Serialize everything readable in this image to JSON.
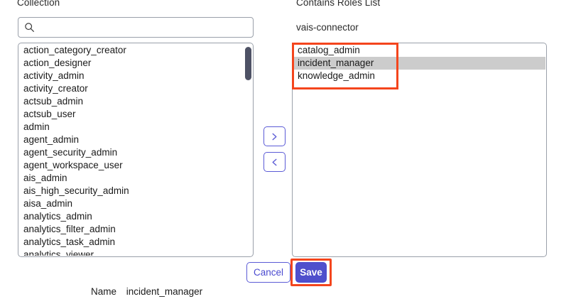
{
  "panels": {
    "left": {
      "header": "Collection",
      "search": {
        "value": "",
        "placeholder": "",
        "icon": "search-icon"
      },
      "items": [
        "action_category_creator",
        "action_designer",
        "activity_admin",
        "activity_creator",
        "actsub_admin",
        "actsub_user",
        "admin",
        "agent_admin",
        "agent_security_admin",
        "agent_workspace_user",
        "ais_admin",
        "ais_high_security_admin",
        "aisa_admin",
        "analytics_admin",
        "analytics_filter_admin",
        "analytics_task_admin",
        "analytics_viewer"
      ],
      "scrollbar": {
        "visible": true,
        "position": "top"
      }
    },
    "right": {
      "header": "Contains Roles List",
      "subtitle": "vais-connector",
      "items": [
        {
          "label": "catalog_admin",
          "selected": false
        },
        {
          "label": "incident_manager",
          "selected": true
        },
        {
          "label": "knowledge_admin",
          "selected": false
        }
      ]
    }
  },
  "transfer": {
    "add_label": "›",
    "remove_label": "‹",
    "add_icon": "chevron-right-icon",
    "remove_icon": "chevron-left-icon"
  },
  "footer": {
    "cancel_label": "Cancel",
    "save_label": "Save"
  },
  "detail": {
    "name_label": "Name",
    "name_value": "incident_manager"
  },
  "colors": {
    "accent": "#4f4fcc",
    "accent_border": "#5b5bd6",
    "annotation": "#f4451d",
    "selection": "#cccccc",
    "scrollbar_thumb": "#4e5265",
    "field_border": "#9aa0aa"
  }
}
